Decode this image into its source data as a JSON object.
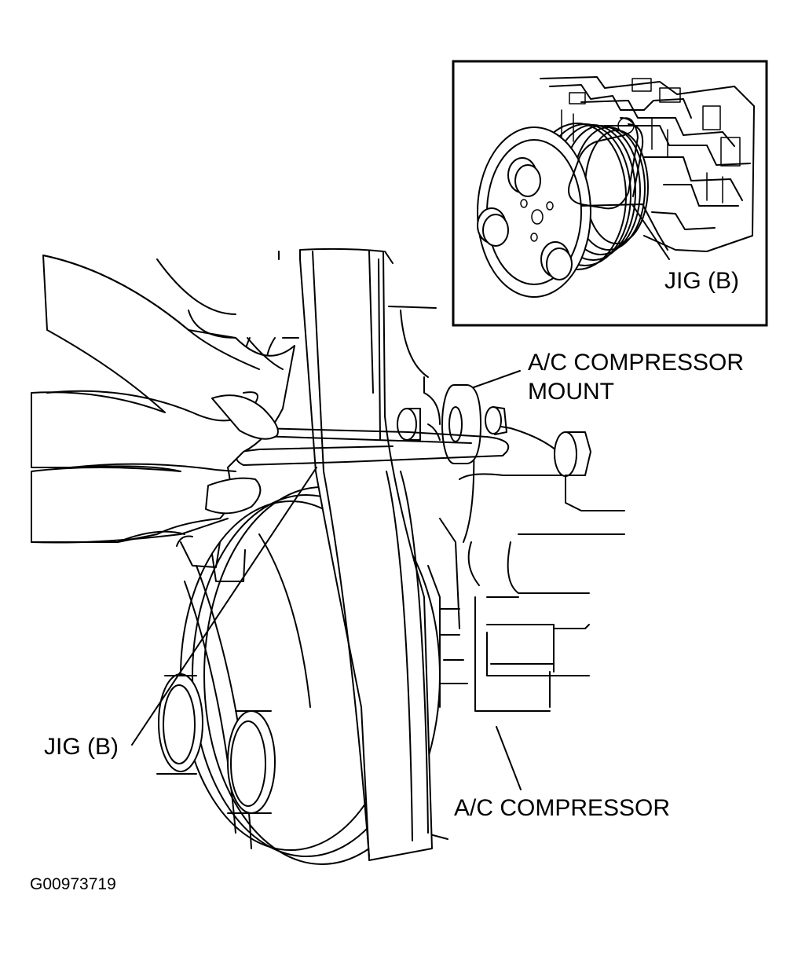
{
  "labels": {
    "inset_jig": "JIG (B)",
    "mount_line1": "A/C COMPRESSOR",
    "mount_line2": "MOUNT",
    "main_jig": "JIG (B)",
    "compressor": "A/C COMPRESSOR"
  },
  "figure_code": "G00973719"
}
